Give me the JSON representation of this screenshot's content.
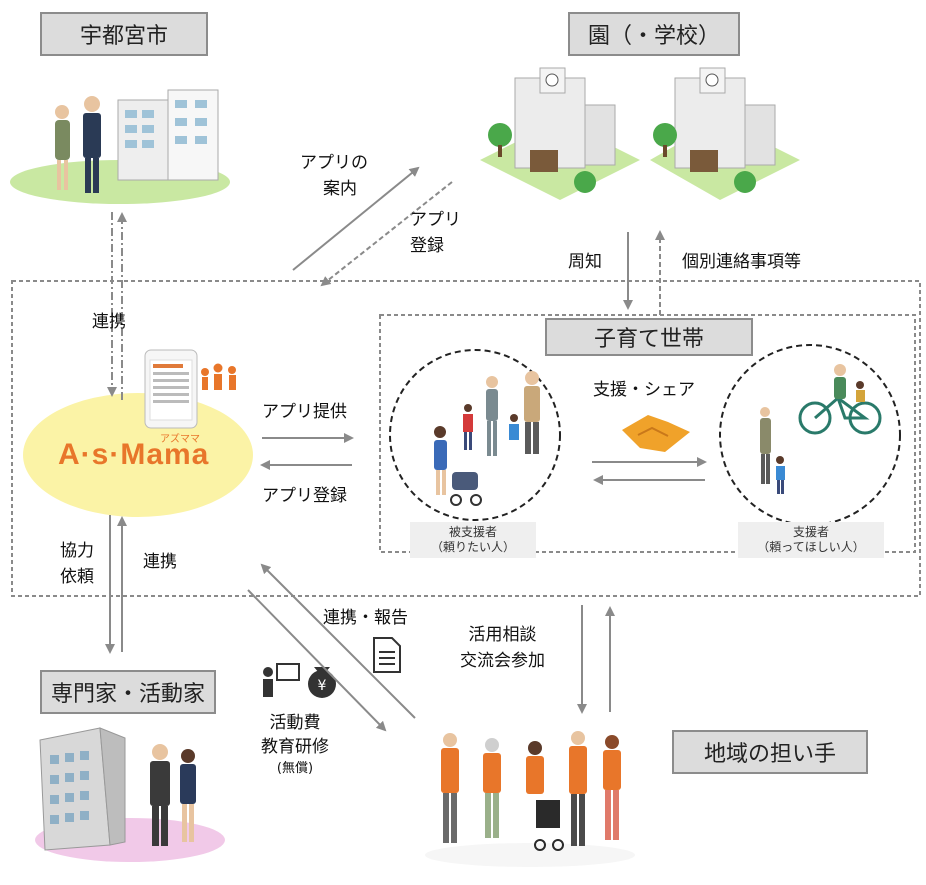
{
  "boxes": {
    "city": "宇都宮市",
    "school": "園（・学校）",
    "household": "子育て世帯",
    "experts": "専門家・活動家",
    "community": "地域の担い手"
  },
  "labels": {
    "app_intro_1": "アプリの",
    "app_intro_2": "案内",
    "app_reg_1": "アプリ",
    "app_reg_2": "登録",
    "notice": "周知",
    "individual_contact": "個別連絡事項等",
    "renkei_city": "連携",
    "app_provide": "アプリ提供",
    "app_register": "アプリ登録",
    "support_share": "支援・シェア",
    "kyoryoku_1": "協力",
    "kyoryoku_2": "依頼",
    "renkei_expert": "連携",
    "renkei_report": "連携・報告",
    "katsuyo_1": "活用相談",
    "katsuyo_2": "交流会参加",
    "funding_1": "活動費",
    "funding_2": "教育研修",
    "funding_3": "(無償)"
  },
  "roles": {
    "supported_title": "被支援者",
    "supported_sub": "（頼りたい人）",
    "supporter_title": "支援者",
    "supporter_sub": "（頼ってほしい人）"
  },
  "logo": {
    "text": "A·s·Mama",
    "kana": "アズママ"
  },
  "colors": {
    "logo_bg": "#fbf3a6",
    "logo_text": "#e8762a",
    "arrow": "#8a8a8a",
    "box_fill": "#dcdcdc",
    "handshake": "#f0a22a"
  }
}
